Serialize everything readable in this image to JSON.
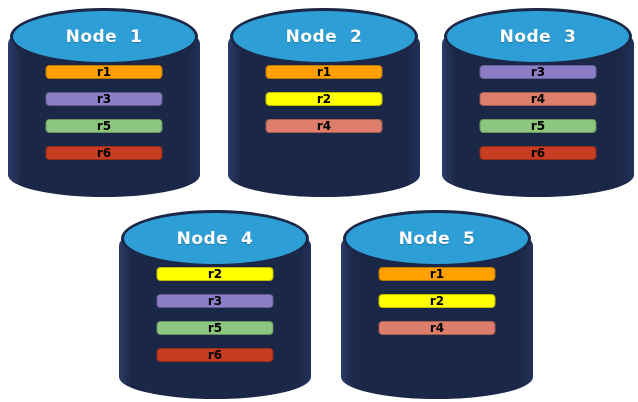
{
  "colors": {
    "cylinder_body_navy": "#1B2746",
    "cylinder_top_blue": "#2E9FD6",
    "bar_text": "#000000",
    "node_label_text": "#FFFFFF",
    "background": "#FFFFFF"
  },
  "replica_colors": {
    "r1": "#FFA000",
    "r2": "#FFFF00",
    "r3": "#8C7EC6",
    "r4": "#DC7E6B",
    "r5": "#8DC67F",
    "r6": "#C63D22"
  },
  "nodes": [
    {
      "label": "Node  1",
      "replicas": [
        "r1",
        "r3",
        "r5",
        "r6"
      ]
    },
    {
      "label": "Node  2",
      "replicas": [
        "r1",
        "r2",
        "r4"
      ]
    },
    {
      "label": "Node  3",
      "replicas": [
        "r3",
        "r4",
        "r5",
        "r6"
      ]
    },
    {
      "label": "Node  4",
      "replicas": [
        "r2",
        "r3",
        "r5",
        "r6"
      ]
    },
    {
      "label": "Node  5",
      "replicas": [
        "r1",
        "r2",
        "r4"
      ]
    }
  ]
}
